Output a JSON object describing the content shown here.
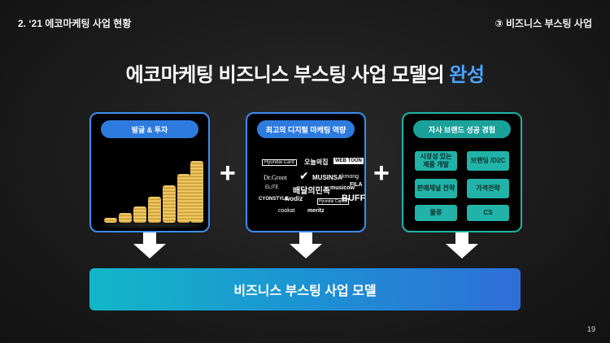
{
  "header": {
    "section": "2. ‘21 에코마케팅 사업 현황",
    "subsection": "③ 비즈니스 부스팅 사업"
  },
  "title": {
    "main": "에코마케팅 비즈니스 부스팅 사업 모델의",
    "accent": "완성"
  },
  "panels": {
    "funding": {
      "label": "발굴 & 투자"
    },
    "marketing": {
      "label": "최고의 디지털 마케팅 역량",
      "logos": [
        "Hyundai Card",
        "오늘의집",
        "WEB TOON",
        "Dr.Groot",
        "MUSINSA",
        "kmong",
        "FILA",
        "배달의민족",
        "musicow",
        "CYONSTYLE",
        "wodiz",
        "Hyundai Capital",
        "cookat",
        "meritz",
        "BUFF",
        "ELITE"
      ]
    },
    "brands": {
      "label": "자사 브랜드 성공 경험",
      "cells": [
        "시장성 있는 제품 개발",
        "브랜딩 /D2C",
        "판매채널 전략",
        "가격전략",
        "물류",
        "CS"
      ]
    }
  },
  "plus_symbol": "+",
  "banner": "비즈니스 부스팅 사업 모델",
  "page_number": "19",
  "colors": {
    "accent": "#4aa3ff",
    "panel_blue": "#3c8df0",
    "panel_teal": "#22b3a8"
  }
}
